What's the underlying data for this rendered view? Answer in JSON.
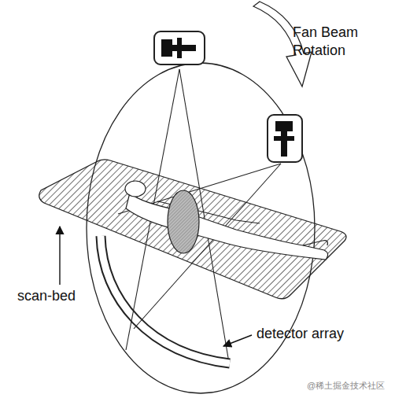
{
  "diagram": {
    "labels": [
      "Fan Beam Rotation",
      "scan-bed",
      "detector array",
      "@稀土掘金技术社区"
    ]
  }
}
